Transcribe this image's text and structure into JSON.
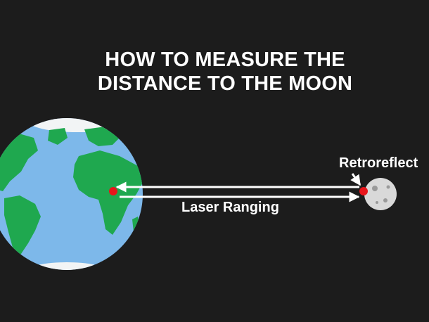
{
  "title": {
    "line1": "HOW TO MEASURE THE",
    "line2": "DISTANCE TO THE MOON"
  },
  "labels": {
    "laser": "Laser Ranging",
    "retroreflector": "Retroreflect"
  },
  "colors": {
    "background": "#1c1c1c",
    "ocean": "#7db8ea",
    "land": "#1fa84f",
    "ice": "#f2f4f5",
    "moon": "#d9d9d9",
    "crater": "#9a9a9a",
    "marker": "#e8151b",
    "arrow": "#ffffff"
  }
}
